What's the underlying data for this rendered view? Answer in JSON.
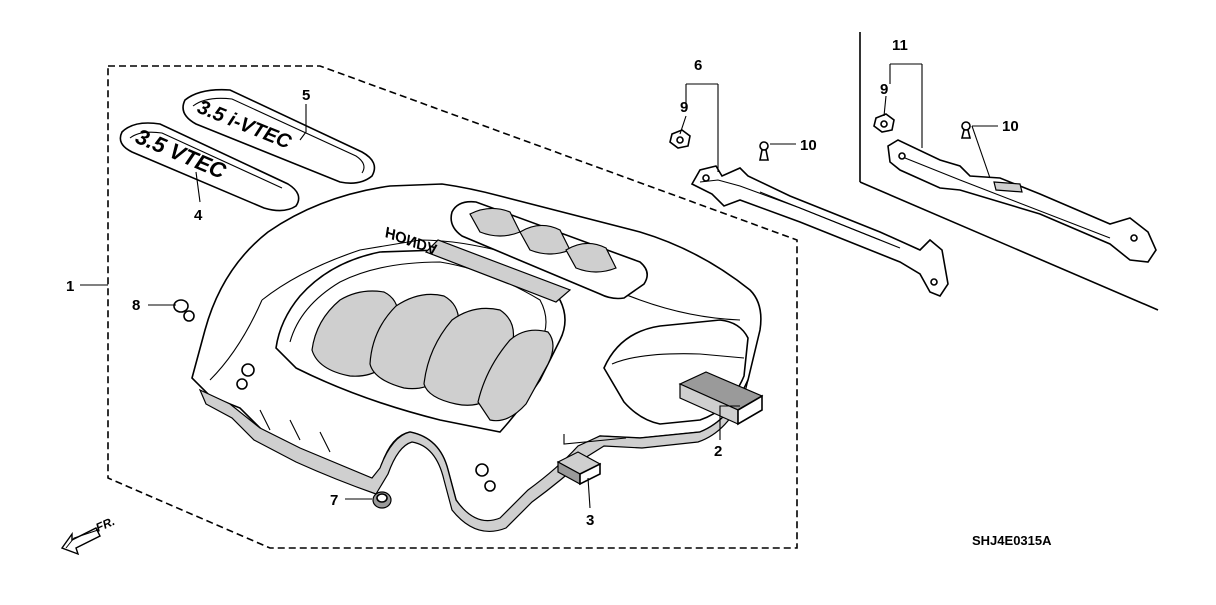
{
  "diagram": {
    "code": "SHJ4E0315A",
    "front_marker": "FR.",
    "emblem_4_text": "3.5 VTEC",
    "emblem_5_text": "3.5 i-VTEC",
    "cover_brand": "HONDA",
    "callouts": {
      "c1": "1",
      "c2": "2",
      "c3": "3",
      "c4": "4",
      "c5": "5",
      "c6": "6",
      "c7": "7",
      "c8": "8",
      "c9a": "9",
      "c9b": "9",
      "c10a": "10",
      "c10b": "10",
      "c11": "11"
    }
  }
}
